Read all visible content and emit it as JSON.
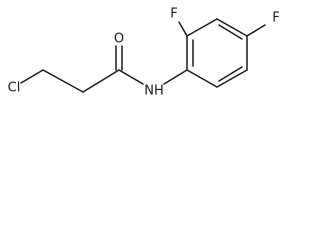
{
  "molecule": {
    "atoms": {
      "chlorine": "Cl",
      "carbonyl_oxygen": "O",
      "amide_nitrogen_h": "NH",
      "fluorine_ortho": "F",
      "fluorine_para": "F"
    },
    "colors": {
      "bond": "#1a1a1a",
      "label": "#1a1a1a",
      "background": "#ffffff"
    }
  }
}
